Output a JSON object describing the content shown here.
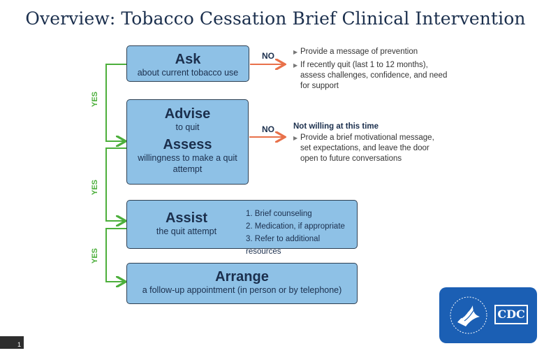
{
  "title": "Overview: Tobacco Cessation Brief Clinical Intervention",
  "labels": {
    "no": "NO",
    "yes": "YES"
  },
  "steps": {
    "ask": {
      "heading": "Ask",
      "sub": "about current tobacco use"
    },
    "advise": {
      "heading": "Advise",
      "sub": "to quit"
    },
    "assess": {
      "heading": "Assess",
      "sub_line1": "willingness to make a quit",
      "sub_line2": "attempt"
    },
    "assist": {
      "heading": "Assist",
      "sub": "the quit attempt",
      "items": [
        "1. Brief counseling",
        "2. Medication, if appropriate",
        "3. Refer to additional resources"
      ]
    },
    "arrange": {
      "heading": "Arrange",
      "sub": "a follow-up appointment (in person or by telephone)"
    }
  },
  "ask_no_notes": [
    "Provide a message of prevention",
    "If recently quit (last 1 to 12 months), assess challenges, confidence, and need for support"
  ],
  "assess_no": {
    "heading": "Not willing at this time",
    "note": "Provide a brief motivational message, set expectations, and leave the door open to future conversations"
  },
  "logo": {
    "text": "CDC",
    "icon": "hhs-eagle-icon"
  },
  "page_number": "1",
  "colors": {
    "box_fill": "#8ec1e6",
    "yes_green": "#4caf3b",
    "no_arrow": "#e8714a",
    "title": "#1b2f4d"
  }
}
